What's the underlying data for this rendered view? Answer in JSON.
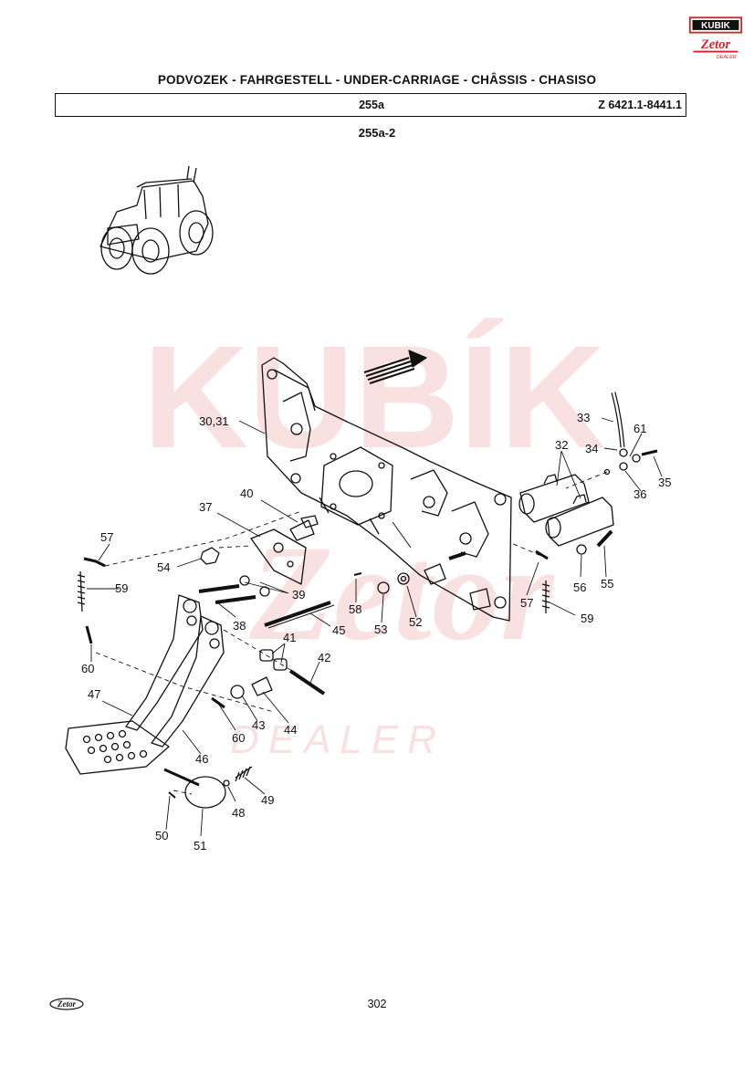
{
  "header": {
    "title": "PODVOZEK - FAHRGESTELL - UNDER-CARRIAGE - CHÂSSIS - CHASISO",
    "section_code": "255a",
    "model_range": "Z 6421.1-8441.1"
  },
  "subsection": "255a-2",
  "logo": {
    "top": "KUBIK",
    "bottom": "Zetor",
    "tag": "DEALER"
  },
  "watermark": {
    "word1": "KUBÍK",
    "word2": "Zetor",
    "word3": "DEALER"
  },
  "footer": {
    "logo_text": "Zetor",
    "page_number": "302"
  },
  "callouts": [
    "30,31",
    "37",
    "40",
    "57",
    "59",
    "54",
    "39",
    "38",
    "60",
    "41",
    "42",
    "45",
    "47",
    "46",
    "43",
    "44",
    "60",
    "50",
    "48",
    "49",
    "51",
    "58",
    "53",
    "52",
    "57",
    "59",
    "33",
    "34",
    "61",
    "35",
    "36",
    "32",
    "56",
    "55"
  ],
  "colors": {
    "ink": "#111111",
    "brand_red": "#d2232a",
    "watermark": "#d2232a"
  }
}
